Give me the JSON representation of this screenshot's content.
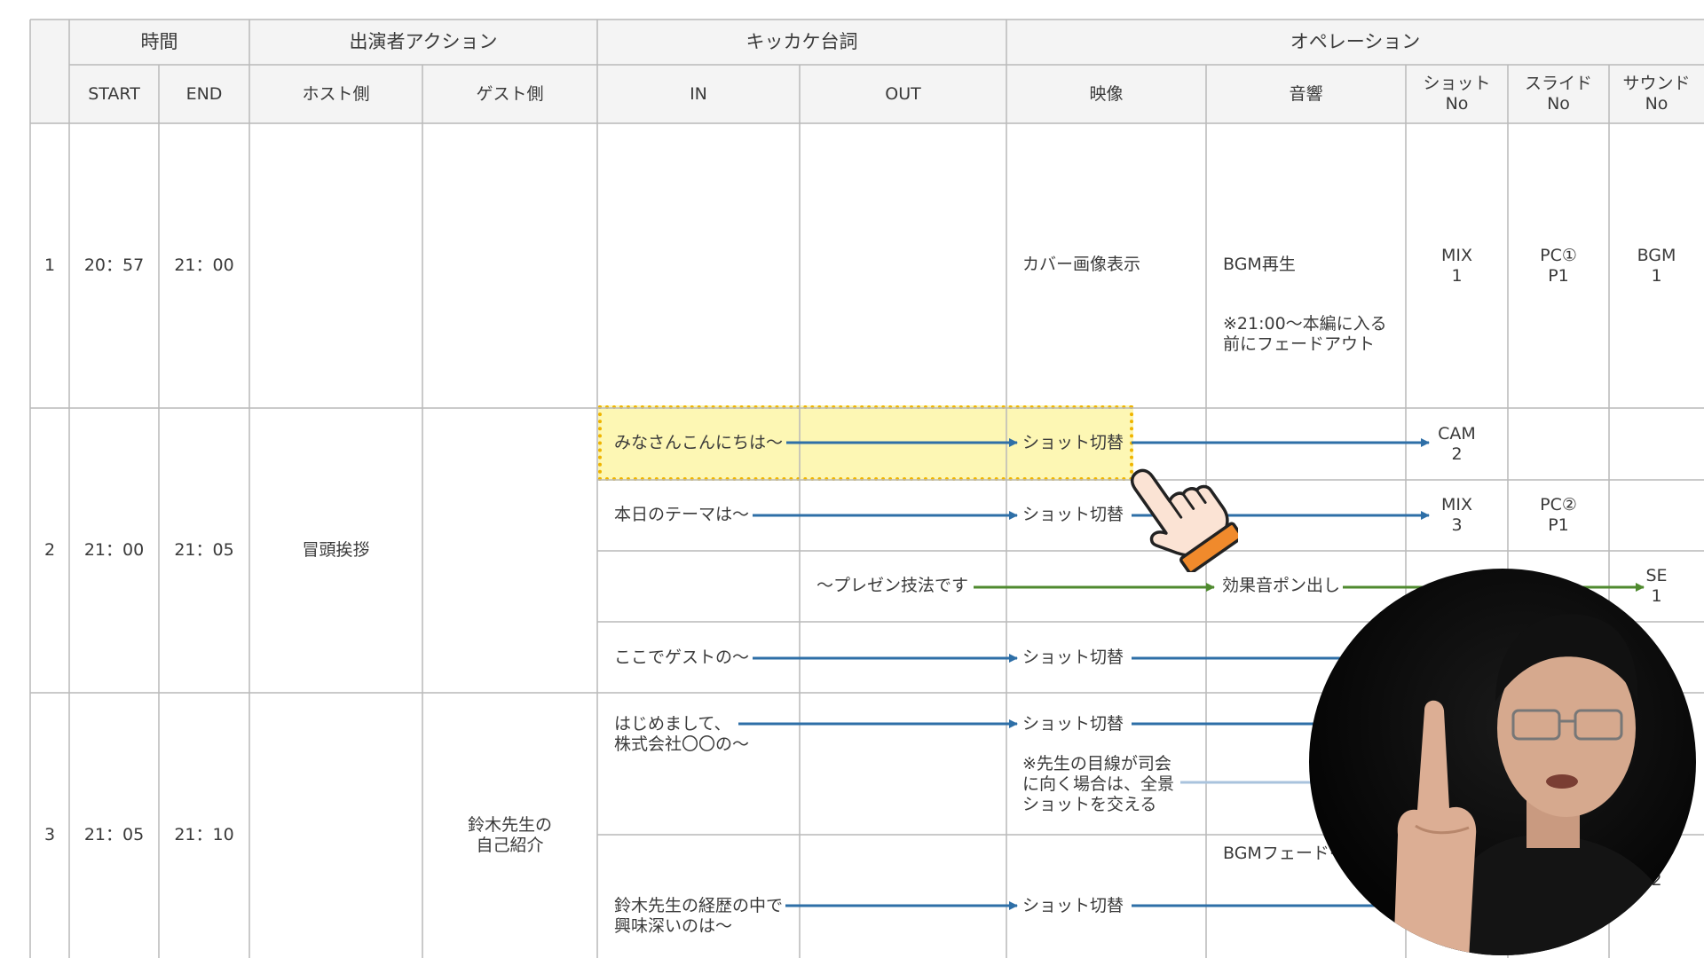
{
  "header": {
    "group_time": "時間",
    "group_action": "出演者アクション",
    "group_cue": "キッカケ台詞",
    "group_operation": "オペレーション",
    "start": "START",
    "end": "END",
    "host": "ホスト側",
    "guest": "ゲスト側",
    "in": "IN",
    "out": "OUT",
    "video": "映像",
    "audio": "音響",
    "shot_no": "ショット\nNo",
    "slide_no": "スライド\nNo",
    "sound_no": "サウンド\nNo"
  },
  "rows": [
    {
      "num": "1",
      "start": "20：57",
      "end": "21：00",
      "video": "カバー画像表示",
      "audio": "BGM再生",
      "audio_note": "※21:00～本編に入る\n前にフェードアウト",
      "shot": "MIX\n1",
      "slide": "PC①\nP1",
      "sound": "BGM\n1"
    },
    {
      "num": "2",
      "start": "21：00",
      "end": "21：05",
      "host": "冒頭挨拶",
      "cues": [
        {
          "in": "みなさんこんにちは～",
          "video": "ショット切替",
          "shot": "CAM\n2"
        },
        {
          "in": "本日のテーマは～",
          "video": "ショット切替",
          "shot": "MIX\n3",
          "slide": "PC②\nP1"
        },
        {
          "out": "～プレゼン技法です",
          "audio": "効果音ポン出し",
          "sound": "SE\n1"
        },
        {
          "in": "ここでゲストの～",
          "video": "ショット切替"
        }
      ]
    },
    {
      "num": "3",
      "start": "21：05",
      "end": "21：10",
      "guest": "鈴木先生の\n自己紹介",
      "cues": [
        {
          "in": "はじめまして、\n株式会社〇〇の～",
          "video": "ショット切替",
          "video_note": "※先生の目線が司会\nに向く場合は、全景\nショットを交える"
        },
        {
          "in": "鈴木先生の経歴の中で\n興味深いのは～",
          "video": "ショット切替",
          "audio": "BGMフェードイ",
          "sound_partial": "M\n2"
        }
      ]
    }
  ],
  "colors": {
    "arrow_blue": "#2e6fa7",
    "arrow_green": "#4f8a2f",
    "arrow_light": "#a9c3dd",
    "highlight_fill": "#fdf7b4",
    "highlight_border": "#f0b400",
    "grid_line": "#b9b9b9",
    "header_bg": "#f4f4f4"
  },
  "icons": {
    "pointer": "pointing-hand-icon",
    "presenter": "presenter-video-overlay"
  }
}
